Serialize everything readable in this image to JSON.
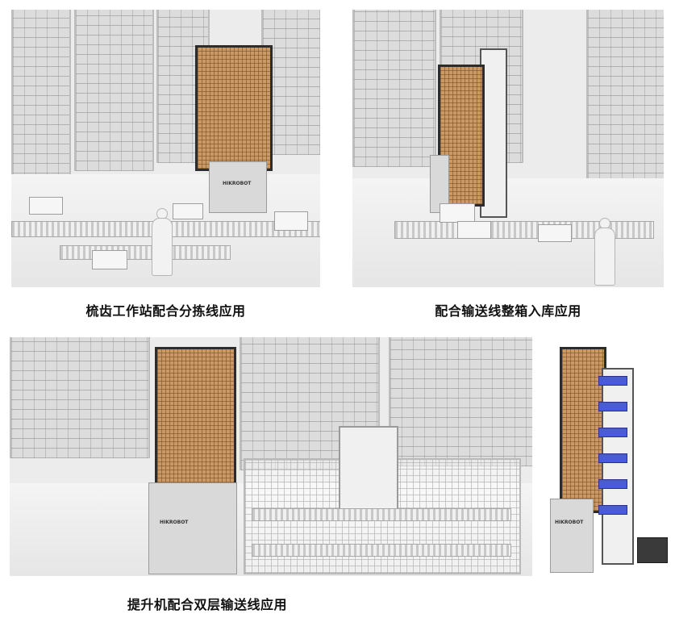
{
  "captions": {
    "panel1": "梳齿工作站配合分拣线应用",
    "panel2": "配合输送线整箱入库应用",
    "panel3": "提升机配合双层输送线应用"
  },
  "brand": "HIKROBOT",
  "colors": {
    "lift_frame": "#c99a66",
    "slot_blue": "#4a5bd8",
    "caption_text": "#111111"
  }
}
